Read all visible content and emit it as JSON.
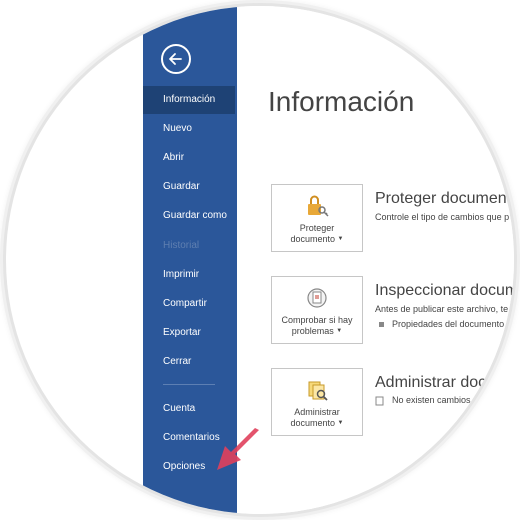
{
  "sidebar": {
    "back_icon": "back-arrow-icon",
    "items": [
      {
        "label": "Información",
        "active": true
      },
      {
        "label": "Nuevo"
      },
      {
        "label": "Abrir"
      },
      {
        "label": "Guardar"
      },
      {
        "label": "Guardar como"
      },
      {
        "label": "Historial",
        "disabled": true
      },
      {
        "label": "Imprimir"
      },
      {
        "label": "Compartir"
      },
      {
        "label": "Exportar"
      },
      {
        "label": "Cerrar"
      },
      {
        "label": "Cuenta"
      },
      {
        "label": "Comentarios"
      },
      {
        "label": "Opciones"
      }
    ]
  },
  "main": {
    "title": "Información",
    "sections": [
      {
        "tile_label_1": "Proteger",
        "tile_label_2": "documento",
        "icon": "lock-key-icon",
        "heading": "Proteger documento",
        "desc": "Controle el tipo de cambios que p"
      },
      {
        "tile_label_1": "Comprobar si hay",
        "tile_label_2": "problemas",
        "icon": "inspect-document-icon",
        "heading": "Inspeccionar documento",
        "desc": "Antes de publicar este archivo, te",
        "bullet": "Propiedades del documento"
      },
      {
        "tile_label_1": "Administrar",
        "tile_label_2": "documento",
        "icon": "manage-document-icon",
        "heading": "Administrar documento",
        "desc": "No existen cambios"
      }
    ]
  },
  "colors": {
    "sidebar_bg": "#2b579a",
    "sidebar_active": "#1e4275",
    "highlight_arrow": "#e0405c"
  }
}
